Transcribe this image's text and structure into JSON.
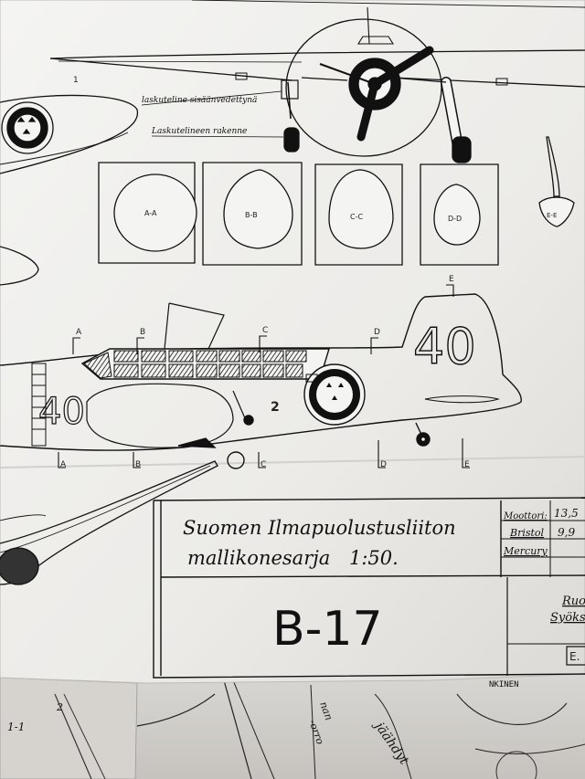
{
  "drawing": {
    "labels": {
      "gear_retracted": "laskuteline sisäänvedettynä",
      "gear_structure": "Laskutelineen rakenne"
    },
    "leader_numbers": {
      "one": "1",
      "two": "2"
    },
    "sections": [
      {
        "id": "A-A"
      },
      {
        "id": "B-B"
      },
      {
        "id": "C-C"
      },
      {
        "id": "D-D"
      },
      {
        "id": "E-E"
      }
    ],
    "section_markers": {
      "top": [
        "A",
        "B",
        "C",
        "D"
      ],
      "bottom": [
        "A",
        "B",
        "C",
        "D",
        "E"
      ],
      "tail": "E"
    },
    "aircraft_number": "40",
    "fuselage_mark": "2"
  },
  "title_block": {
    "line1": "Suomen Ilmapuolustusliiton",
    "line2": "mallikonesarja",
    "scale": "1:50.",
    "model": "B-17",
    "engine_label": [
      "Moottori:",
      "Bristol",
      "Mercury"
    ],
    "engine_values": [
      "13,5",
      "9,9"
    ],
    "right_partial": [
      "Ruo",
      "Syöks"
    ],
    "corner_partial": "E.",
    "stamp": "NKINEN"
  },
  "lower_sheets": {
    "labels": [
      "1-1",
      "2",
      "jäähdyt",
      "nan",
      "-orro"
    ]
  }
}
